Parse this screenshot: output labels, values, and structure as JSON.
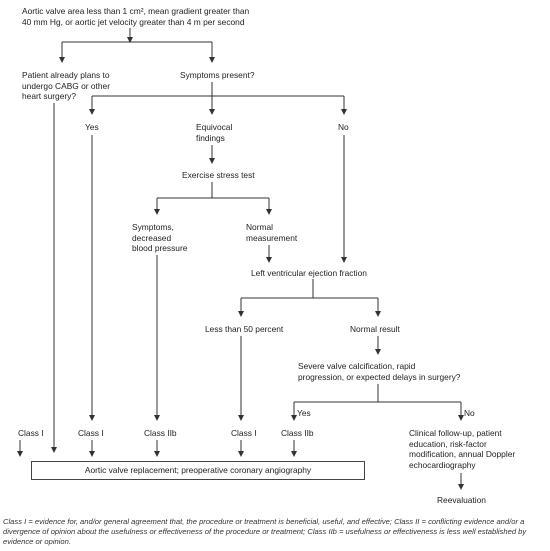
{
  "nodes": {
    "start": [
      "Aortic valve area less than 1 cm², mean gradient greater than",
      "40 mm Hg, or aortic jet velocity greater than 4 m per second"
    ],
    "cabg_question": [
      "Patient already plans to",
      "undergo CABG or other",
      "heart surgery?"
    ],
    "symptoms_question": "Symptoms present?",
    "yes_1": "Yes",
    "equivocal": [
      "Equivocal",
      "findings"
    ],
    "no_1": "No",
    "exercise_test": "Exercise stress test",
    "symptoms_decreased_bp": [
      "Symptoms,",
      "decreased",
      "blood pressure"
    ],
    "normal_measurement": [
      "Normal",
      "measurement"
    ],
    "lvef": "Left ventricular ejection fraction",
    "less_than_50": "Less than 50 percent",
    "normal_result": "Normal result",
    "severe_calcification": [
      "Severe valve calcification, rapid",
      "progression, or expected delays in surgery?"
    ],
    "yes_2": "Yes",
    "no_2": "No",
    "class_1a": "Class I",
    "class_1b": "Class I",
    "class_2b_a": "Class IIb",
    "class_1c": "Class I",
    "class_2b_b": "Class IIb",
    "follow_up": [
      "Clinical follow-up, patient",
      "education, risk-factor",
      "modification, annual Doppler",
      "echocardiography"
    ],
    "avr": "Aortic valve replacement; preoperative coronary angiography",
    "reevaluation": "Reevaluation"
  },
  "caption": "Class I = evidence for, and/or general agreement that, the procedure or treatment is beneficial, useful, and effective; Class II = conflicting evidence and/or a divergence of opinion about the usefulness or effectiveness of the procedure or treatment; Class IIb = usefulness or effectiveness is less well established by evidence or opinion.",
  "colors": {
    "line": "#333333",
    "text": "#222222"
  }
}
